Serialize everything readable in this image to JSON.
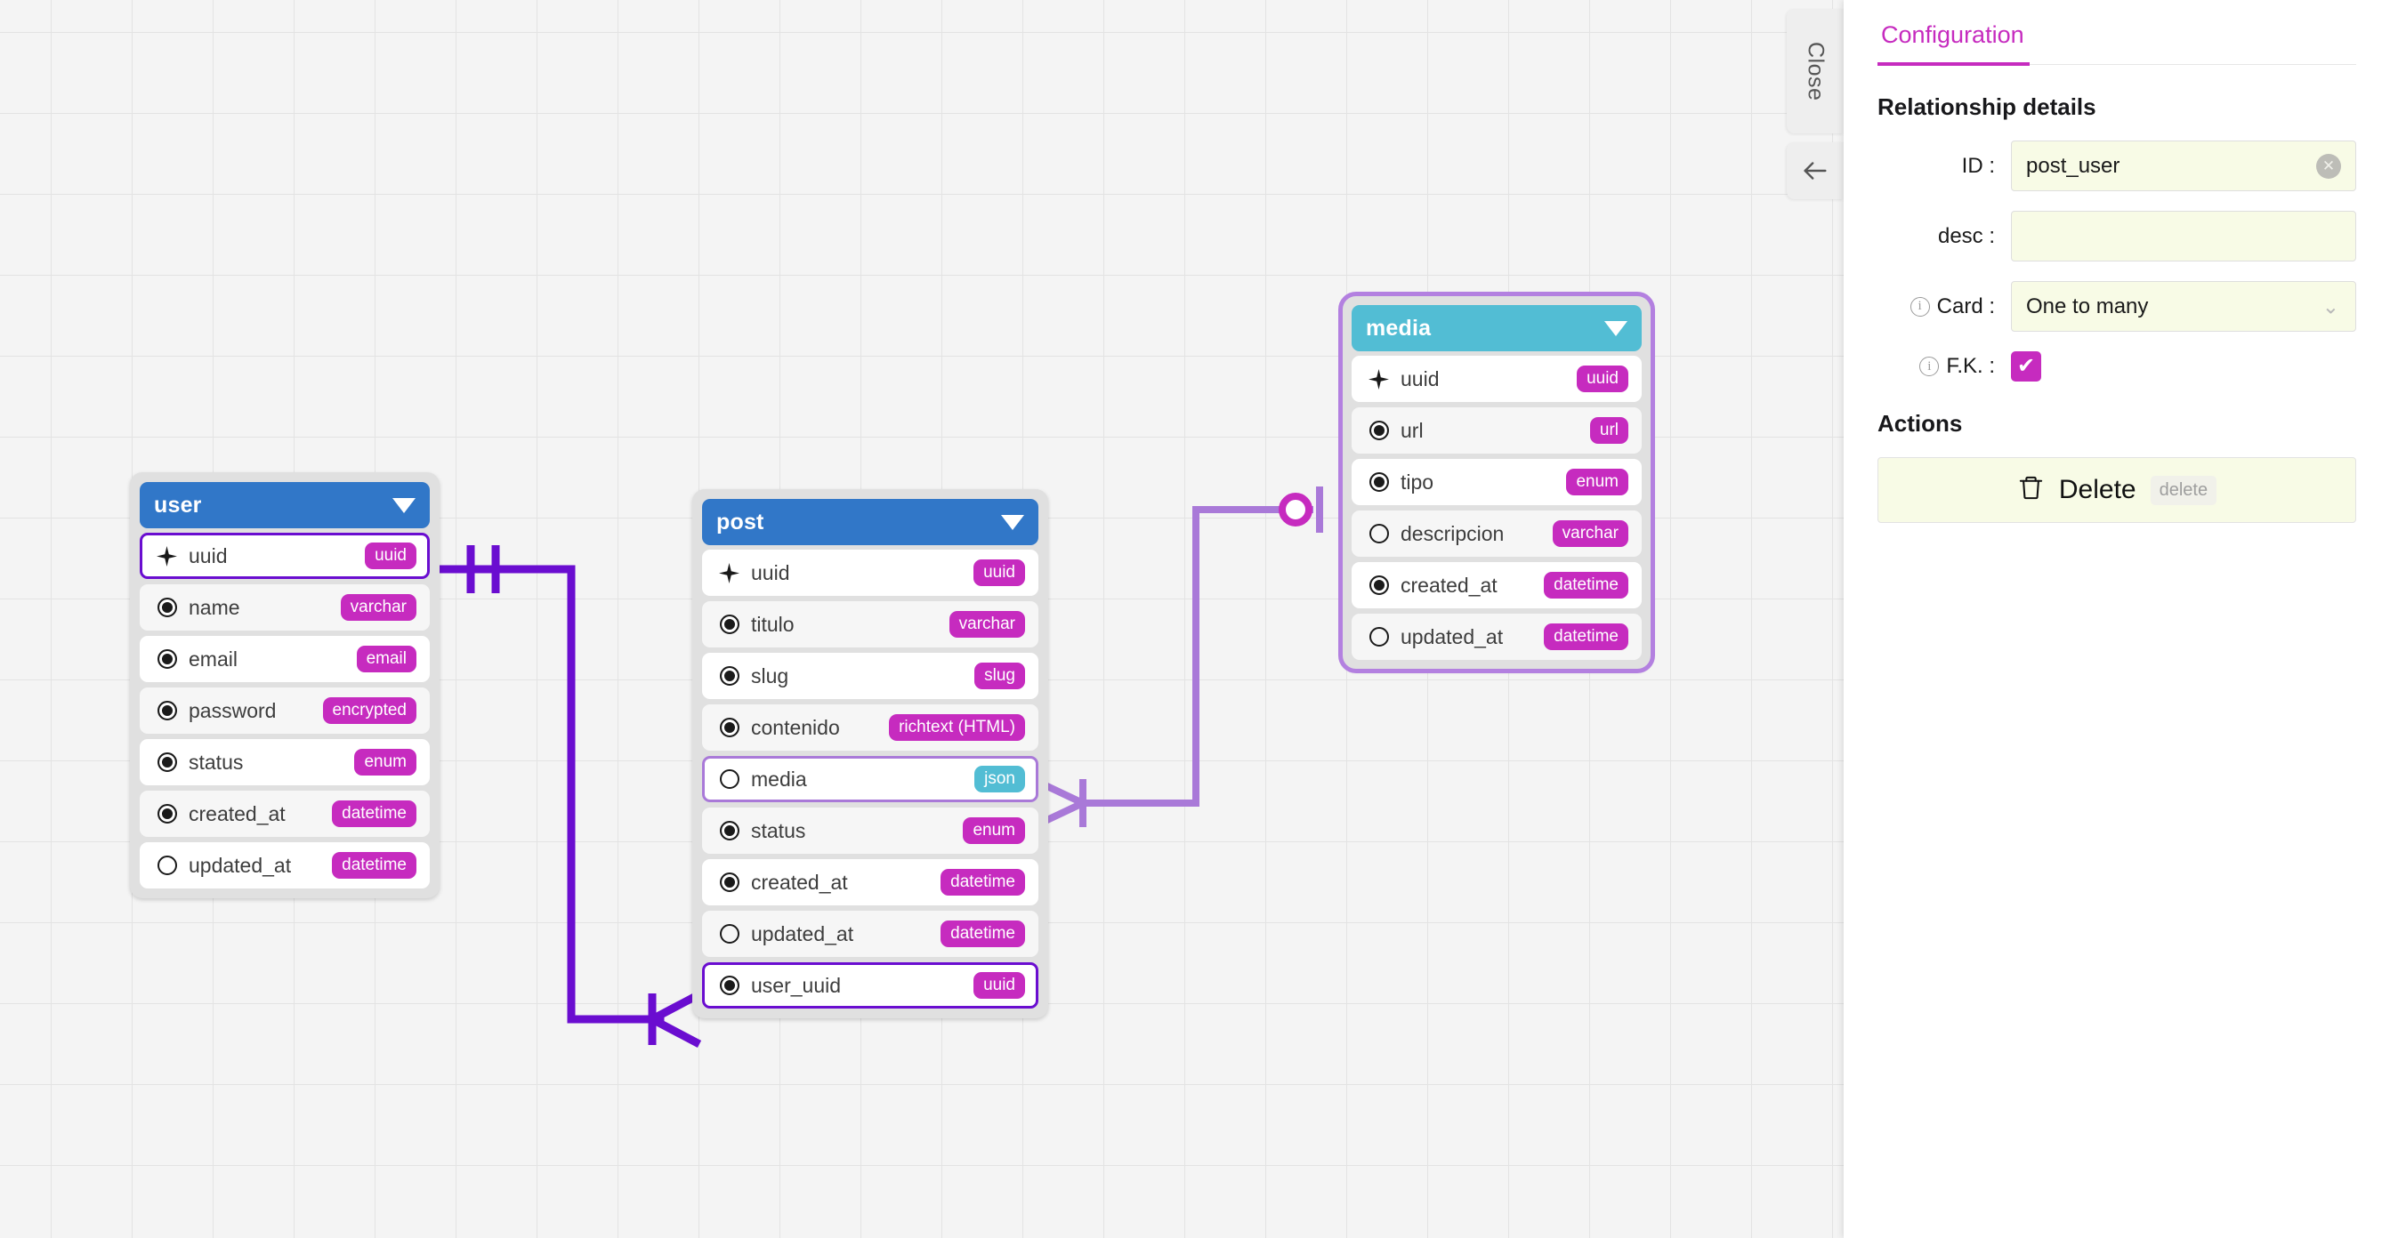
{
  "colors": {
    "canvas_bg": "#f4f4f4",
    "grid_line": "#e3e3e3",
    "header_blue": "#3177c8",
    "header_teal": "#52bdd4",
    "badge_magenta": "#c62bbf",
    "badge_cyan": "#52bdd4",
    "edge_strong": "#6a0dd0",
    "edge_soft": "#a979d8",
    "accent": "#c62bbf",
    "input_bg": "#f8fbe6"
  },
  "canvas": {
    "entities": [
      {
        "name": "user",
        "header_color": "blue",
        "caret_icon": "chevron-down-icon",
        "selected": false,
        "fields": [
          {
            "name": "uuid",
            "type": "uuid",
            "icon": "primary-key-icon",
            "badge": "magenta",
            "highlight": "strong"
          },
          {
            "name": "name",
            "type": "varchar",
            "icon": "required-dot-icon",
            "badge": "magenta",
            "highlight": "none"
          },
          {
            "name": "email",
            "type": "email",
            "icon": "required-dot-icon",
            "badge": "magenta",
            "highlight": "none"
          },
          {
            "name": "password",
            "type": "encrypted",
            "icon": "required-dot-icon",
            "badge": "magenta",
            "highlight": "none"
          },
          {
            "name": "status",
            "type": "enum",
            "icon": "required-dot-icon",
            "badge": "magenta",
            "highlight": "none"
          },
          {
            "name": "created_at",
            "type": "datetime",
            "icon": "required-dot-icon",
            "badge": "magenta",
            "highlight": "none"
          },
          {
            "name": "updated_at",
            "type": "datetime",
            "icon": "optional-dot-icon",
            "badge": "magenta",
            "highlight": "none"
          }
        ]
      },
      {
        "name": "post",
        "header_color": "blue",
        "caret_icon": "chevron-down-icon",
        "selected": false,
        "fields": [
          {
            "name": "uuid",
            "type": "uuid",
            "icon": "primary-key-icon",
            "badge": "magenta",
            "highlight": "none"
          },
          {
            "name": "titulo",
            "type": "varchar",
            "icon": "required-dot-icon",
            "badge": "magenta",
            "highlight": "none"
          },
          {
            "name": "slug",
            "type": "slug",
            "icon": "required-dot-icon",
            "badge": "magenta",
            "highlight": "none"
          },
          {
            "name": "contenido",
            "type": "richtext (HTML)",
            "icon": "required-dot-icon",
            "badge": "magenta",
            "highlight": "none"
          },
          {
            "name": "media",
            "type": "json",
            "icon": "optional-dot-icon",
            "badge": "cyan",
            "highlight": "soft"
          },
          {
            "name": "status",
            "type": "enum",
            "icon": "required-dot-icon",
            "badge": "magenta",
            "highlight": "none"
          },
          {
            "name": "created_at",
            "type": "datetime",
            "icon": "required-dot-icon",
            "badge": "magenta",
            "highlight": "none"
          },
          {
            "name": "updated_at",
            "type": "datetime",
            "icon": "optional-dot-icon",
            "badge": "magenta",
            "highlight": "none"
          },
          {
            "name": "user_uuid",
            "type": "uuid",
            "icon": "required-dot-icon",
            "badge": "magenta",
            "highlight": "strong"
          }
        ]
      },
      {
        "name": "media",
        "header_color": "teal",
        "caret_icon": "chevron-down-icon",
        "selected": true,
        "fields": [
          {
            "name": "uuid",
            "type": "uuid",
            "icon": "primary-key-icon",
            "badge": "magenta",
            "highlight": "none"
          },
          {
            "name": "url",
            "type": "url",
            "icon": "required-dot-icon",
            "badge": "magenta",
            "highlight": "none"
          },
          {
            "name": "tipo",
            "type": "enum",
            "icon": "required-dot-icon",
            "badge": "magenta",
            "highlight": "none"
          },
          {
            "name": "descripcion",
            "type": "varchar",
            "icon": "optional-dot-icon",
            "badge": "magenta",
            "highlight": "none"
          },
          {
            "name": "created_at",
            "type": "datetime",
            "icon": "required-dot-icon",
            "badge": "magenta",
            "highlight": "none"
          },
          {
            "name": "updated_at",
            "type": "datetime",
            "icon": "optional-dot-icon",
            "badge": "magenta",
            "highlight": "none"
          }
        ]
      }
    ],
    "relationships": [
      {
        "id": "post_user",
        "from": "user.uuid",
        "to": "post.user_uuid",
        "from_notation": "exactly-one",
        "to_notation": "one-or-many",
        "color": "#6a0dd0"
      },
      {
        "id": "post_media",
        "from": "media.uuid",
        "to": "post.media",
        "from_notation": "zero-or-one",
        "to_notation": "one-or-many",
        "color": "#a979d8"
      }
    ]
  },
  "tabstrip": {
    "close_label": "Close",
    "back_icon": "arrow-left-icon"
  },
  "panel": {
    "tab_label": "Configuration",
    "section_title": "Relationship details",
    "fields": {
      "id_label": "ID :",
      "id_value": "post_user",
      "desc_label": "desc :",
      "desc_value": "",
      "card_label": "Card :",
      "card_value": "One to many",
      "fk_label": "F.K. :",
      "fk_checked": "✔"
    },
    "actions_title": "Actions",
    "delete_label": "Delete",
    "delete_shortcut": "delete"
  }
}
